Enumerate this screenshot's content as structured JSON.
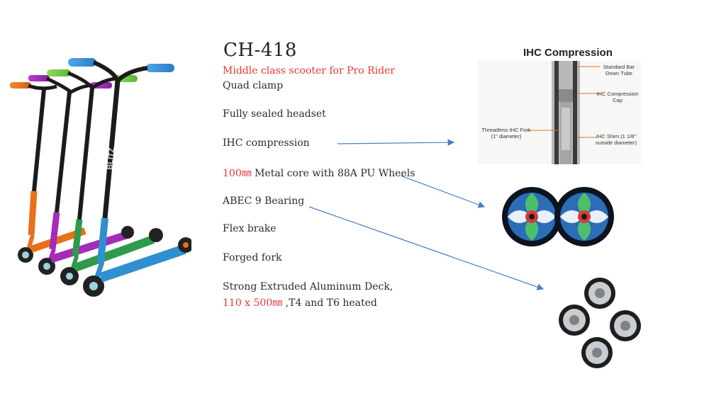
{
  "product": {
    "model": "CH-418",
    "subtitle": "Middle class scooter for Pro Rider"
  },
  "specs": {
    "quad_clamp": "Quad clamp",
    "headset": "Fully sealed headset",
    "ihc": "IHC compression",
    "wheels_size": "100㎜",
    "wheels_rest": " Metal core with 88A PU Wheels",
    "bearing": "ABEC 9 Bearing",
    "brake": "Flex brake",
    "fork": "Forged fork",
    "deck_line1": "Strong Extruded Aluminum Deck,",
    "deck_size": "110 x 500㎜",
    "deck_rest": " ,T4 and T6 heated"
  },
  "ihc_diagram": {
    "title": "IHC Compression",
    "label_bar": "Standard Bar\nDown Tube",
    "label_cap": "IHC Compression\nCap",
    "label_fork": "Threadless IHC Fork\n(1\" diameter)",
    "label_shim": "IHC Shim (1 1/8\"\noutside diameter)"
  },
  "scooter_brand": "BLITZ",
  "colors": {
    "highlight_red": "#e53935",
    "arrow_blue": "#4a7ec2",
    "scooter_orange": "#e8701c",
    "scooter_purple": "#a22db8",
    "scooter_green": "#2e9a4a",
    "scooter_blue": "#2f8fd0"
  }
}
